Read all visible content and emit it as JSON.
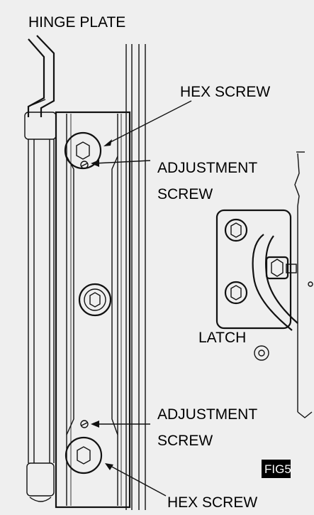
{
  "labels": {
    "hinge_plate": "HINGE PLATE",
    "hex_screw_top": "HEX SCREW",
    "adjustment_screw_top_line1": "ADJUSTMENT",
    "adjustment_screw_top_line2": "SCREW",
    "latch": "LATCH",
    "adjustment_screw_bottom_line1": "ADJUSTMENT",
    "adjustment_screw_bottom_line2": "SCREW",
    "hex_screw_bottom": "HEX SCREW",
    "figure_badge": "FIG5"
  },
  "colors": {
    "background": "#efefef",
    "ink": "#111111",
    "badge": "#000000"
  }
}
